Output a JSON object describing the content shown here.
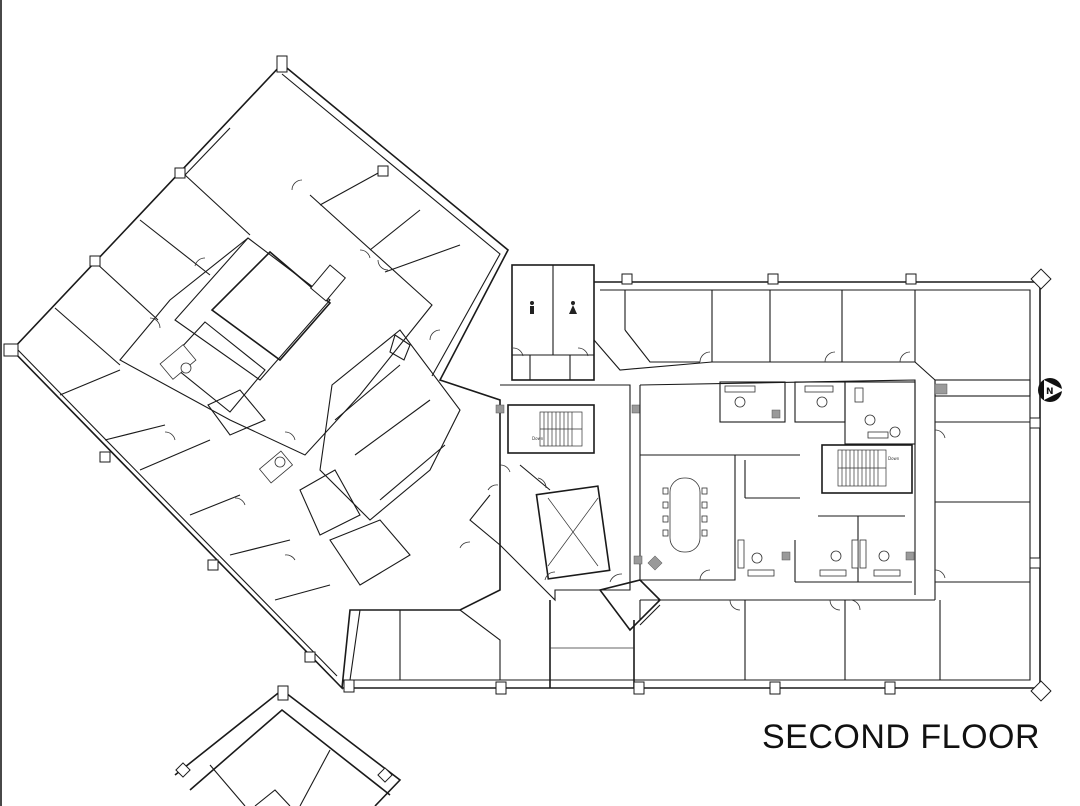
{
  "plan": {
    "title": "SECOND FLOOR",
    "north_label": "N",
    "stair_labels": [
      "Down",
      "Down"
    ],
    "icons": [
      "mens-restroom-icon",
      "womens-restroom-icon",
      "north-arrow-icon",
      "elevator-icon",
      "stair-icon"
    ],
    "colors": {
      "line": "#1a1a1a",
      "background": "#ffffff",
      "accent_gray": "#9a9a9a"
    }
  }
}
